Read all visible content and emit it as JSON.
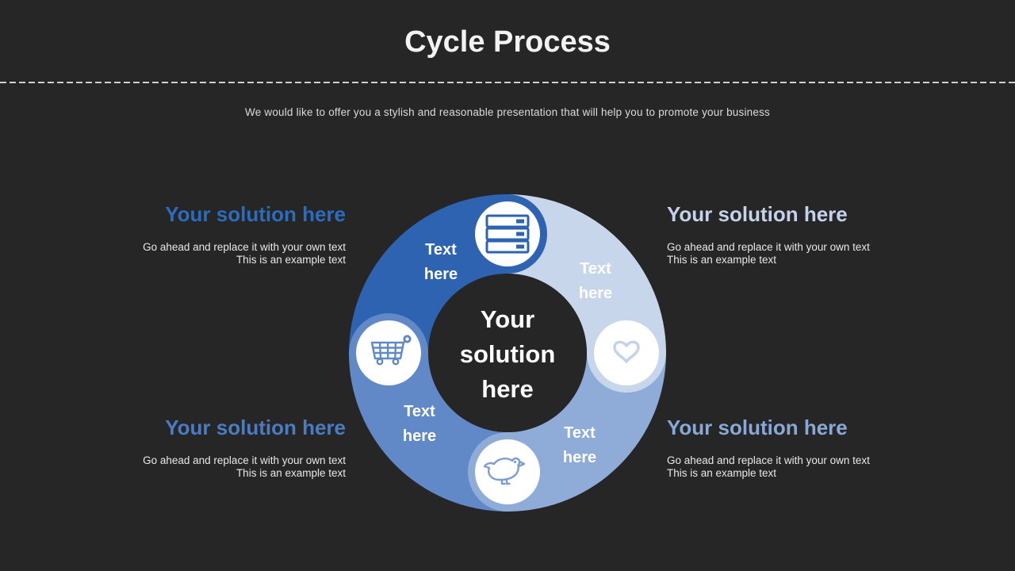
{
  "slide": {
    "title": "Cycle Process",
    "subtitle": "We would like to offer you a stylish and reasonable presentation that will help you to promote your business"
  },
  "center": {
    "line1": "Your",
    "line2": "solution",
    "line3": "here"
  },
  "colors": {
    "background": "#262626",
    "title_text": "#f2f2f2",
    "quad_top_left": "#2e63b1",
    "quad_top_right": "#c8d6ec",
    "quad_bottom_right": "#8fabd8",
    "quad_bottom_left": "#6189c7",
    "node_circle": "#ffffff",
    "icon_server": "#2e63b1",
    "icon_heart": "#c4d3e9",
    "icon_bird": "#7d9cd0",
    "icon_cart": "#6189c7",
    "heading_top_left": "#2a6cbd",
    "heading_top_right": "#c4d3e9",
    "heading_bottom_left": "#4a7cc4",
    "heading_bottom_right": "#8aa8d6"
  },
  "segments": {
    "top_left": {
      "label_line1": "Text",
      "label_line2": "here",
      "heading": "Your solution here",
      "body_line1": "Go ahead and replace it with your own text",
      "body_line2": "This is an example text",
      "icon": "server-icon"
    },
    "top_right": {
      "label_line1": "Text",
      "label_line2": "here",
      "heading": "Your solution here",
      "body_line1": "Go ahead and replace it with your own text",
      "body_line2": "This is an example text",
      "icon": "heart-icon"
    },
    "bottom_left": {
      "label_line1": "Text",
      "label_line2": "here",
      "heading": "Your solution here",
      "body_line1": "Go ahead and replace it with your own text",
      "body_line2": "This is an example text",
      "icon": "cart-icon"
    },
    "bottom_right": {
      "label_line1": "Text",
      "label_line2": "here",
      "heading": "Your solution here",
      "body_line1": "Go ahead and replace it with your own text",
      "body_line2": "This is an example text",
      "icon": "bird-icon"
    }
  }
}
